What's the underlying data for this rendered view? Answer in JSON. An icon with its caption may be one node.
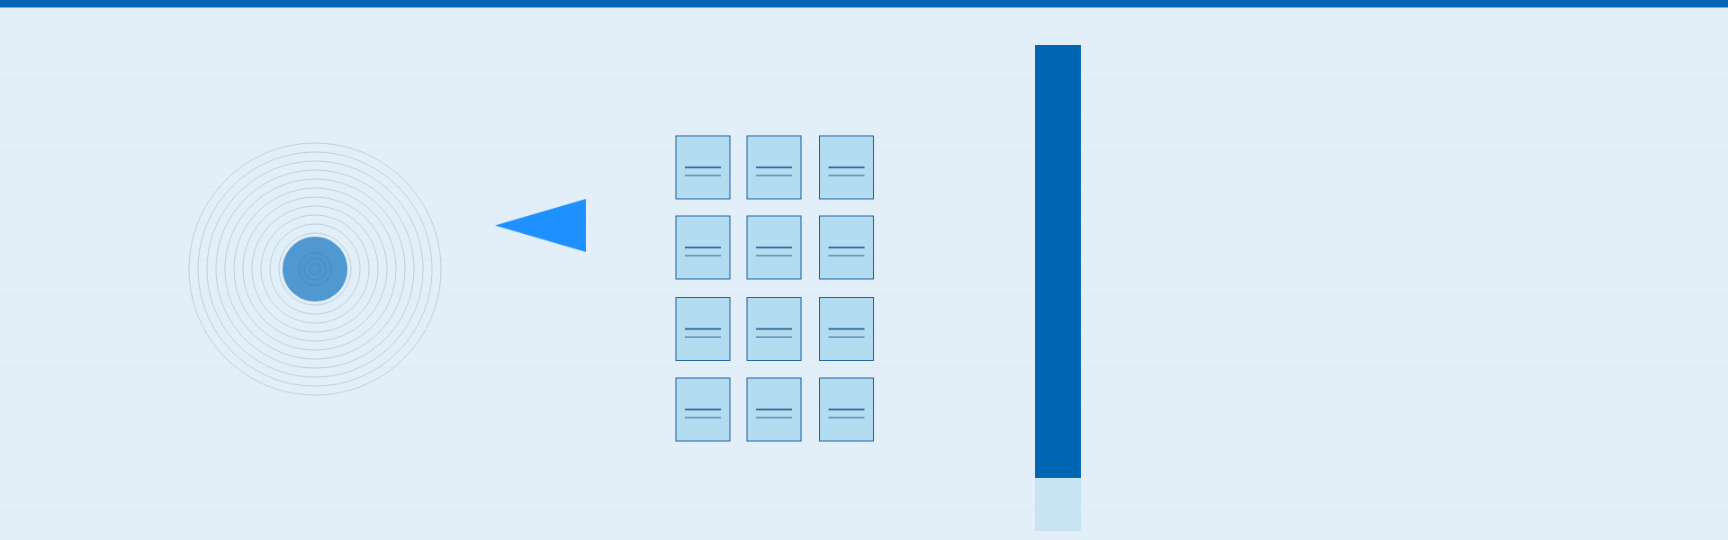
{
  "diagram": {
    "nodes": [
      {
        "text": [],
        "shape": "circle"
      },
      {
        "text": [],
        "shape": "triangle"
      },
      {
        "text": [],
        "shape": "box"
      },
      {
        "text": [],
        "shape": "box"
      },
      {
        "text": [],
        "shape": "box"
      },
      {
        "text": [],
        "shape": "box"
      },
      {
        "text": [],
        "shape": "box"
      },
      {
        "text": [],
        "shape": "box"
      },
      {
        "text": [],
        "shape": "box"
      },
      {
        "text": [],
        "shape": "box"
      },
      {
        "text": [],
        "shape": "box"
      },
      {
        "text": [],
        "shape": "box"
      },
      {
        "text": [],
        "shape": "box"
      },
      {
        "text": [],
        "shape": "box"
      },
      {
        "text": [],
        "shape": "bar"
      }
    ]
  }
}
